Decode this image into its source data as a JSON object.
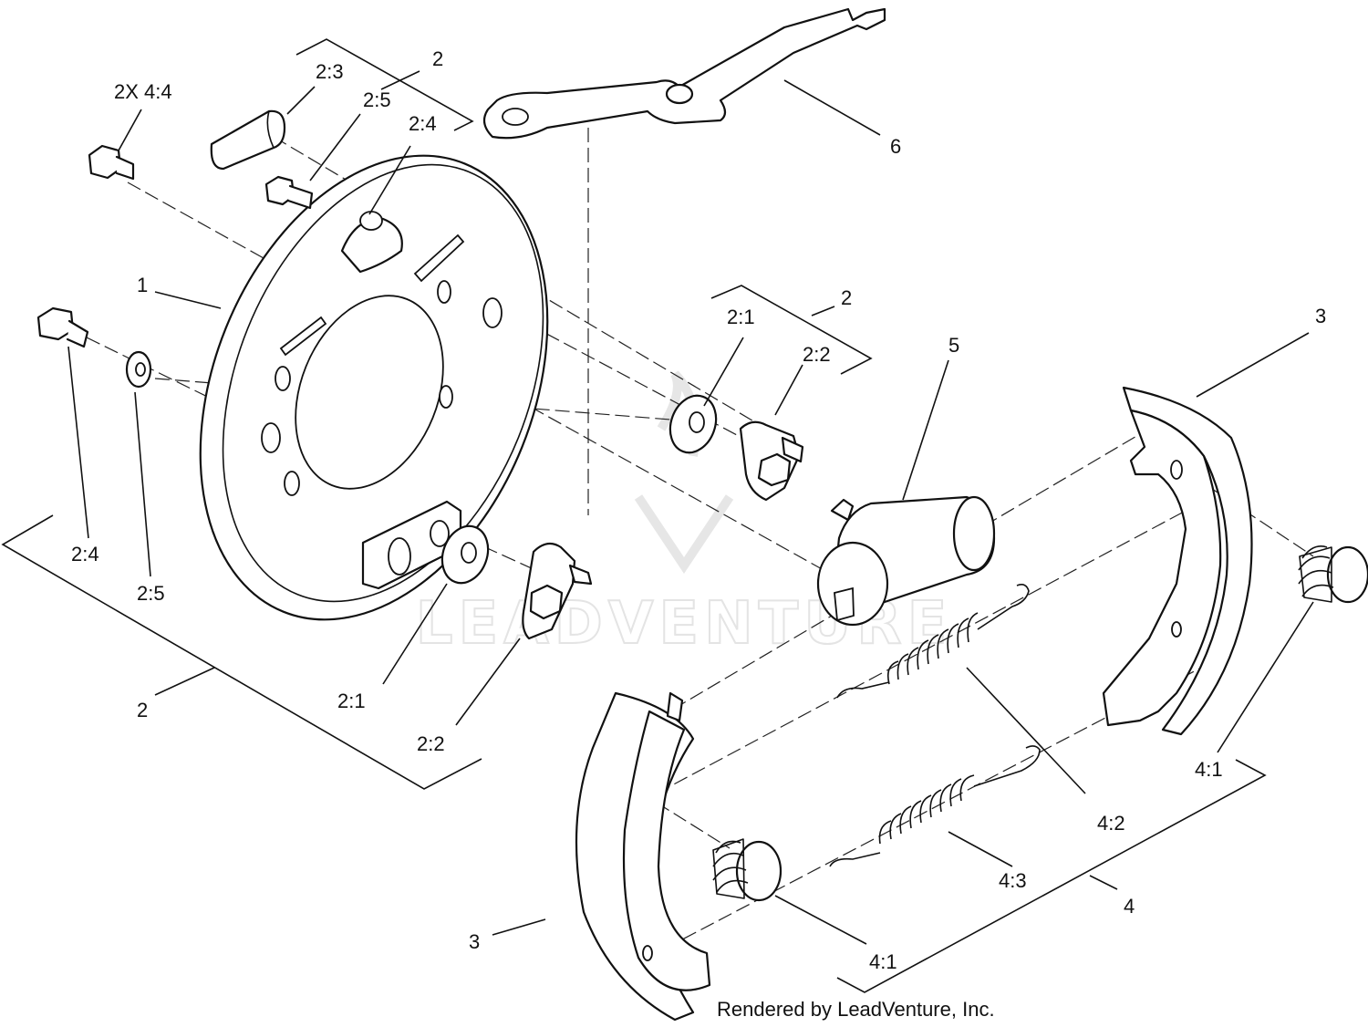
{
  "callouts": {
    "c_2x44": "2X 4:4",
    "c_23": "2:3",
    "c_2_top": "2",
    "c_25_top": "2:5",
    "c_24_top": "2:4",
    "c_6": "6",
    "c_1": "1",
    "c_2_mid": "2",
    "c_21_mid": "2:1",
    "c_22_mid": "2:2",
    "c_3_right": "3",
    "c_5": "5",
    "c_24_left": "2:4",
    "c_25_left": "2:5",
    "c_2_left": "2",
    "c_21_bot": "2:1",
    "c_22_bot": "2:2",
    "c_41_right": "4:1",
    "c_42": "4:2",
    "c_43": "4:3",
    "c_4": "4",
    "c_3_bot": "3",
    "c_41_bot": "4:1"
  },
  "watermark": "LEADVENTURE",
  "credit": "Rendered by LeadVenture, Inc."
}
